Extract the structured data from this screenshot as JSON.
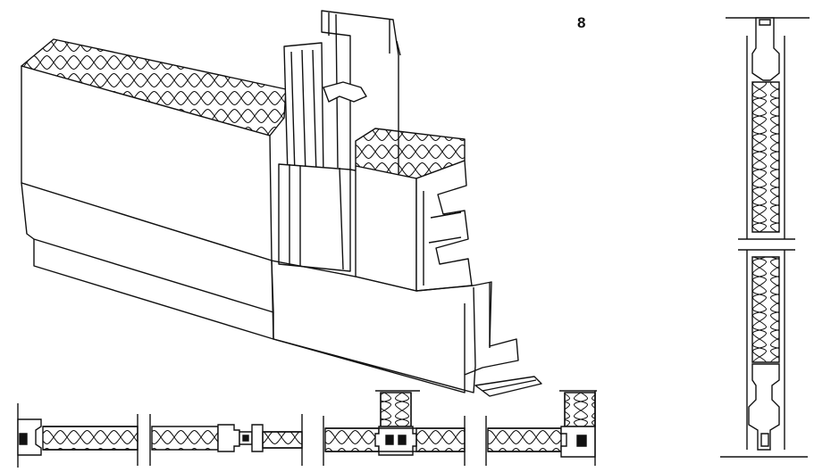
{
  "figure": {
    "number_label": "8",
    "ink_color": "#111111",
    "paper_color": "#ffffff"
  },
  "views": {
    "isometric": "isometric-panel-joint",
    "elevation": "vertical-section",
    "sections": [
      "section-edge-closure",
      "section-inline-joint",
      "section-t-joint",
      "section-corner-joint"
    ]
  }
}
